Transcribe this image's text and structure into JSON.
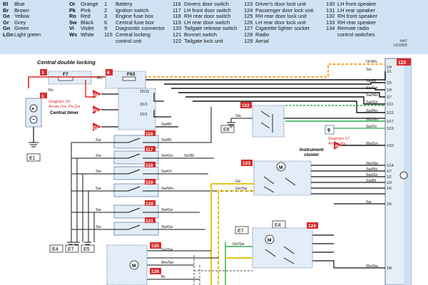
{
  "legend": {
    "colors": [
      {
        "code": "Bl",
        "name": "Blue"
      },
      {
        "code": "Br",
        "name": "Brown"
      },
      {
        "code": "Ge",
        "name": "Yellow"
      },
      {
        "code": "Gr",
        "name": "Grey"
      },
      {
        "code": "Gn",
        "name": "Green"
      },
      {
        "code": "LGn",
        "name": "Light green"
      },
      {
        "code": "Or",
        "name": "Orange"
      },
      {
        "code": "Pk",
        "name": "Pink"
      },
      {
        "code": "Ro",
        "name": "Red"
      },
      {
        "code": "Sw",
        "name": "Black"
      },
      {
        "code": "Vi",
        "name": "Violet"
      },
      {
        "code": "Ws",
        "name": "White"
      }
    ],
    "components_a": [
      {
        "num": "1",
        "label": "Battery"
      },
      {
        "num": "2",
        "label": "Ignition switch"
      },
      {
        "num": "3",
        "label": "Engine fuse box"
      },
      {
        "num": "6",
        "label": "Central fuse box"
      },
      {
        "num": "9",
        "label": "Diagnostic connector"
      },
      {
        "num": "115",
        "label": "Central locking"
      },
      {
        "num": "",
        "label": "control unit"
      }
    ],
    "components_b": [
      {
        "num": "116",
        "label": "Drivers door switch"
      },
      {
        "num": "117",
        "label": "LH front door switch"
      },
      {
        "num": "118",
        "label": "RH rear door switch"
      },
      {
        "num": "119",
        "label": "LH rear door switch"
      },
      {
        "num": "120",
        "label": "Tailgate release switch"
      },
      {
        "num": "121",
        "label": "Bonnet switch"
      },
      {
        "num": "122",
        "label": "Tailgate lock unit"
      }
    ],
    "components_c": [
      {
        "num": "123",
        "label": "Driver's door lock unit"
      },
      {
        "num": "124",
        "label": "Passenger door lock unit"
      },
      {
        "num": "125",
        "label": "RH rear door lock unit"
      },
      {
        "num": "126",
        "label": "LH rear door lock unit"
      },
      {
        "num": "127",
        "label": "Cigarette lighter socket"
      },
      {
        "num": "128",
        "label": "Radio"
      },
      {
        "num": "129",
        "label": "Aerial"
      }
    ],
    "components_d": [
      {
        "num": "130",
        "label": "LH front speaker"
      },
      {
        "num": "131",
        "label": "LH rear speaker"
      },
      {
        "num": "132",
        "label": "RH front speaker"
      },
      {
        "num": "133",
        "label": "RH rear speaker"
      },
      {
        "num": "134",
        "label": "Remote radio"
      },
      {
        "num": "",
        "label": "control switches"
      }
    ],
    "diagram_code": [
      "H47",
      "H11865"
    ]
  },
  "diagram": {
    "title": "Central double locking",
    "fuses": {
      "f7": "F7",
      "f63": "F63"
    },
    "badges": {
      "b3": "3",
      "b6": "6",
      "b1": "1",
      "b116": "116",
      "b117": "117",
      "b118": "118",
      "b119": "119",
      "b120": "120",
      "b121": "121",
      "b122": "122",
      "b123": "123",
      "b124": "124",
      "b125": "125",
      "b126": "126",
      "b115": "115"
    },
    "central_timer": {
      "ref": "Diagram 16,",
      "ref2": "Arrow Oa, Pa,Qa",
      "label": "Central timer",
      "arrows": {
        "oa": "Oa",
        "pa": "Pa",
        "qa": "Qa"
      }
    },
    "instrument_cluster": {
      "ref": "Diagram 17,",
      "ref2": "Arrow Ra",
      "label": "Instrument",
      "label2": "cluster"
    },
    "arrow_ra": "Ra",
    "wire_labels": {
      "ro": "Ro",
      "ro2": "Ro",
      "w1511": "15/11",
      "w151a": "15/1",
      "w151b": "15/1",
      "swbl1": "Sw/Bl",
      "swbl2": "Sw/Bl",
      "sw1": "Sw",
      "sw2": "Sw",
      "sw3": "Sw",
      "sw4": "Sw",
      "sw5": "Sw",
      "sw6": "Sw",
      "sw7": "Sw",
      "sw8": "Sw",
      "sw9": "Sw",
      "sw10": "Sw",
      "swgn": "Sw/Gn",
      "swgn2": "Sw/Gn",
      "gebl": "Ge/Bl",
      "swor": "Sw/Or",
      "swws": "Sw/Ws",
      "swge": "Sw/Ge",
      "swge2": "Sw/Ge",
      "swrol": "Sw/Ro",
      "swgnb": "Sw/Gn",
      "geb": "Ge/Sw",
      "gesw": "Ge/Sw",
      "gb": "Ge",
      "gsw2": "Ge/Sw",
      "gnsw": "Gn/Sw",
      "wssw": "Ws/Sw",
      "br": "Br"
    },
    "right_labels": [
      "Or/Ws",
      "Sw",
      "Sw/Bl",
      "Sw/Ge",
      "Sw/Ws",
      "Sw/Gn",
      "Sw/Ro",
      "Ws/Gn",
      "Sw/Or",
      "Ws/Gn",
      "Ws/Sw",
      "Sw/Ro",
      "Sw/Gn",
      "Sw/Bl",
      "Sw",
      "Ws/Sw"
    ],
    "pin_labels": [
      "1/4",
      "1/1",
      "1/5",
      "1/9",
      "1/7",
      "1/11",
      "1/12",
      "1/17",
      "1/19",
      "1/10",
      "1/14",
      "1/7",
      "1/2",
      "1/3",
      "1/6",
      "1/5",
      "1/8"
    ],
    "grounds": {
      "e1": "E1",
      "e4": "E4",
      "e7": "E7",
      "e5": "E5",
      "e8": "E8",
      "e4b": "E4",
      "e7b": "E7"
    },
    "pin_nums": {
      "p1": "1",
      "p2": "2",
      "p3": "3",
      "p4": "4",
      "p5": "5",
      "p6": "6"
    },
    "motor": "M"
  }
}
